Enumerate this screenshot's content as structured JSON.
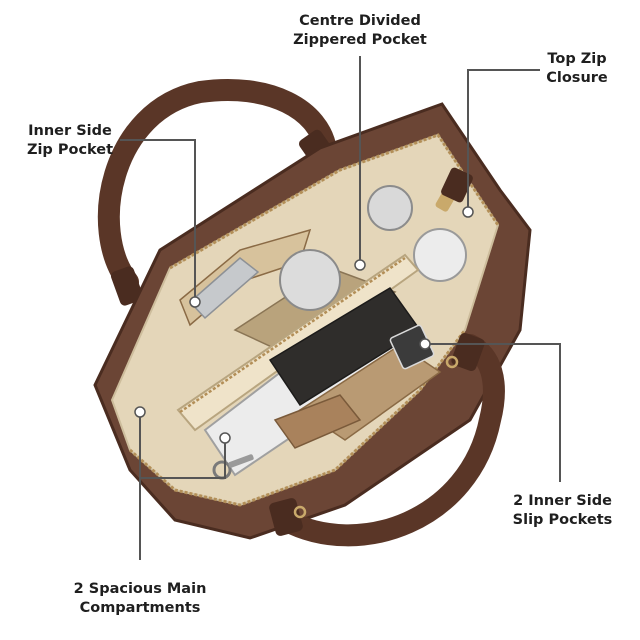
{
  "callouts": {
    "centre_pocket": [
      "Centre Divided",
      "Zippered Pocket"
    ],
    "top_zip": [
      "Top Zip",
      "Closure"
    ],
    "inner_zip": [
      "Inner Side",
      "Zip Pocket"
    ],
    "slip_pockets": [
      "2 Inner Side",
      "Slip Pockets"
    ],
    "main_compartments": [
      "2 Spacious Main",
      "Compartments"
    ]
  },
  "colors": {
    "leather": "#6b4535",
    "leather_dark": "#4a2c20",
    "lining": "#e4d6b9",
    "lining_dark": "#cdbd9c",
    "leader_line": "#555555",
    "hardware": "#c9a96b"
  }
}
